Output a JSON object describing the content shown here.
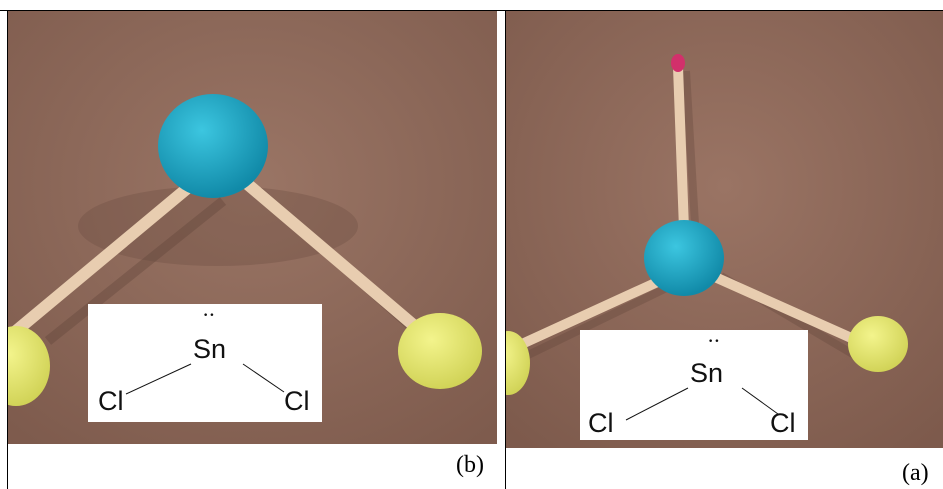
{
  "panels": [
    {
      "id": "b",
      "label": "(b)",
      "structure": {
        "central_atom": "Sn",
        "lone_pair": "••",
        "ligands": [
          "Cl",
          "Cl"
        ]
      },
      "colors": {
        "background": "#8f6a5b",
        "central_ball": "#1ea8c6",
        "outer_balls": "#e6e872",
        "sticks": "#e8cdb0"
      }
    },
    {
      "id": "a",
      "label": "(a)",
      "structure": {
        "central_atom": "Sn",
        "lone_pair": "••",
        "ligands": [
          "Cl",
          "Cl"
        ]
      },
      "colors": {
        "background": "#8f6a5b",
        "central_ball": "#1ea8c6",
        "outer_balls": "#e6e872",
        "sticks": "#e8cdb0",
        "match_head": "#d2306b"
      }
    }
  ]
}
